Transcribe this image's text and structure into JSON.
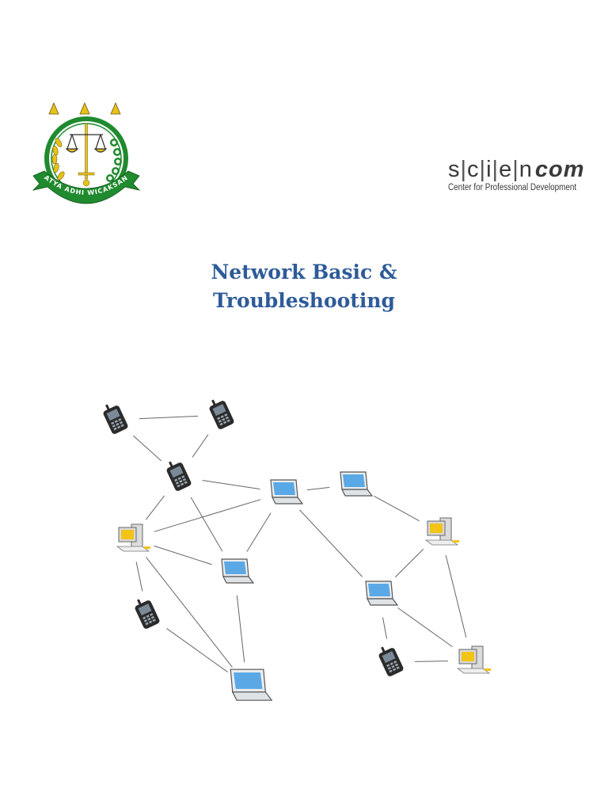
{
  "emblem": {
    "motto": "SATYA ADHI WICAKSANA",
    "colors": {
      "green": "#1f8a2e",
      "gold": "#e6c21a",
      "dark": "#2d2d2d"
    }
  },
  "brand": {
    "letters": [
      "s",
      "c",
      "i",
      "e",
      "n"
    ],
    "suffix": "com",
    "tagline": "Center for Professional Development"
  },
  "title": {
    "line1": "Network Basic &",
    "line2": "Troubleshooting",
    "color": "#2e5b99"
  },
  "network": {
    "devices": [
      {
        "id": "phone-1",
        "type": "phone"
      },
      {
        "id": "phone-2",
        "type": "phone"
      },
      {
        "id": "phone-3",
        "type": "phone"
      },
      {
        "id": "laptop-1",
        "type": "laptop"
      },
      {
        "id": "laptop-2",
        "type": "laptop"
      },
      {
        "id": "desktop-1",
        "type": "desktop"
      },
      {
        "id": "laptop-3",
        "type": "laptop"
      },
      {
        "id": "phone-4",
        "type": "phone"
      },
      {
        "id": "laptop-4",
        "type": "laptop"
      },
      {
        "id": "desktop-2",
        "type": "desktop"
      },
      {
        "id": "laptop-5",
        "type": "laptop"
      },
      {
        "id": "phone-5",
        "type": "phone"
      },
      {
        "id": "desktop-3",
        "type": "desktop"
      }
    ],
    "links": [
      [
        "phone-1",
        "phone-2"
      ],
      [
        "phone-1",
        "phone-3"
      ],
      [
        "phone-2",
        "phone-3"
      ],
      [
        "phone-3",
        "laptop-1"
      ],
      [
        "phone-3",
        "desktop-1"
      ],
      [
        "phone-3",
        "laptop-3"
      ],
      [
        "laptop-1",
        "laptop-2"
      ],
      [
        "laptop-1",
        "desktop-1"
      ],
      [
        "laptop-1",
        "laptop-3"
      ],
      [
        "laptop-1",
        "laptop-5"
      ],
      [
        "laptop-2",
        "desktop-2"
      ],
      [
        "desktop-1",
        "laptop-3"
      ],
      [
        "desktop-1",
        "phone-4"
      ],
      [
        "desktop-1",
        "laptop-4"
      ],
      [
        "phone-4",
        "laptop-4"
      ],
      [
        "laptop-3",
        "laptop-4"
      ],
      [
        "desktop-2",
        "laptop-5"
      ],
      [
        "desktop-2",
        "desktop-3"
      ],
      [
        "laptop-5",
        "phone-5"
      ],
      [
        "laptop-5",
        "desktop-3"
      ],
      [
        "phone-5",
        "desktop-3"
      ]
    ],
    "colors": {
      "line": "#666666",
      "screen": "#5aa8e6",
      "monitor": "#f3c316",
      "phone": "#2b2b2b"
    }
  }
}
